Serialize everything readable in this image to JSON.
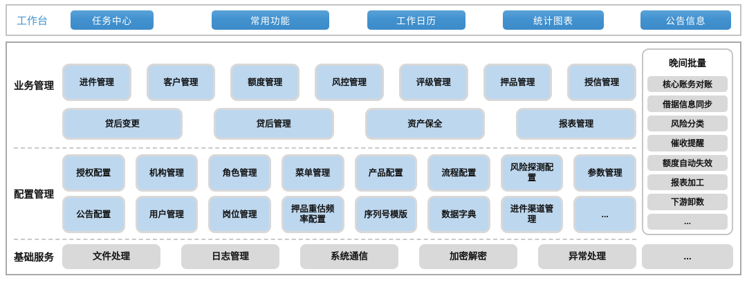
{
  "workbench": {
    "label": "工作台",
    "buttons": [
      "任务中心",
      "常用功能",
      "工作日历",
      "统计图表",
      "公告信息"
    ]
  },
  "business": {
    "label": "业务管理",
    "row1": [
      "进件管理",
      "客户管理",
      "额度管理",
      "风控管理",
      "评级管理",
      "押品管理",
      "授信管理"
    ],
    "row2": [
      "贷后变更",
      "贷后管理",
      "资产保全",
      "报表管理"
    ]
  },
  "config": {
    "label": "配置管理",
    "row1": [
      "授权配置",
      "机构管理",
      "角色管理",
      "菜单管理",
      "产品配置",
      "流程配置",
      "风险探测配置",
      "参数管理"
    ],
    "row2": [
      "公告配置",
      "用户管理",
      "岗位管理",
      "押品重估频率配置",
      "序列号模版",
      "数据字典",
      "进件渠道管理",
      "..."
    ]
  },
  "base": {
    "label": "基础服务",
    "items": [
      "文件处理",
      "日志管理",
      "系统通信",
      "加密解密",
      "异常处理"
    ],
    "more": "..."
  },
  "night_batch": {
    "title": "晚间批量",
    "items": [
      "核心账务对账",
      "借据信息同步",
      "风险分类",
      "催收提醒",
      "额度自动失效",
      "报表加工",
      "下游卸数",
      "..."
    ]
  },
  "colors": {
    "button_blue": "#4292cf",
    "module_blue": "#bdd7ee",
    "module_gray": "#d9d9d9",
    "workbench_label_blue": "#4493cf",
    "panel_border": "#a9a9a9"
  }
}
